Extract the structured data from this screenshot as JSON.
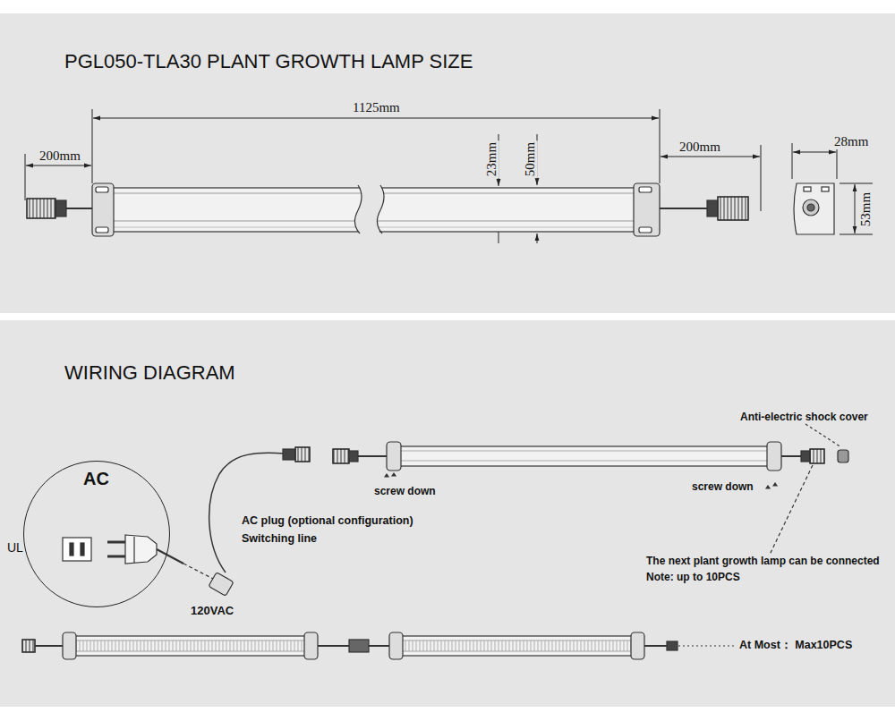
{
  "diagram": {
    "nodes": [
      {
        "text": [
          "PGL050-TLA30 PLANT GROWTH LAMP SIZE"
        ]
      },
      {
        "text": [
          "WIRING DIAGRAM"
        ]
      },
      {
        "text": [
          "AC"
        ],
        "in": 1
      }
    ],
    "labels": [
      "1125mm",
      "200mm",
      "200mm",
      "23mm",
      "50mm",
      "28mm",
      "53mm",
      "UL",
      "AC plug (optional configuration)",
      "Switching line",
      "120VAC",
      "Anti-electric shock cover",
      "screw down",
      "screw down",
      "The next plant growth lamp can be connected",
      "Note: up to 10PCS",
      "At Most：  Max10PCS"
    ]
  }
}
